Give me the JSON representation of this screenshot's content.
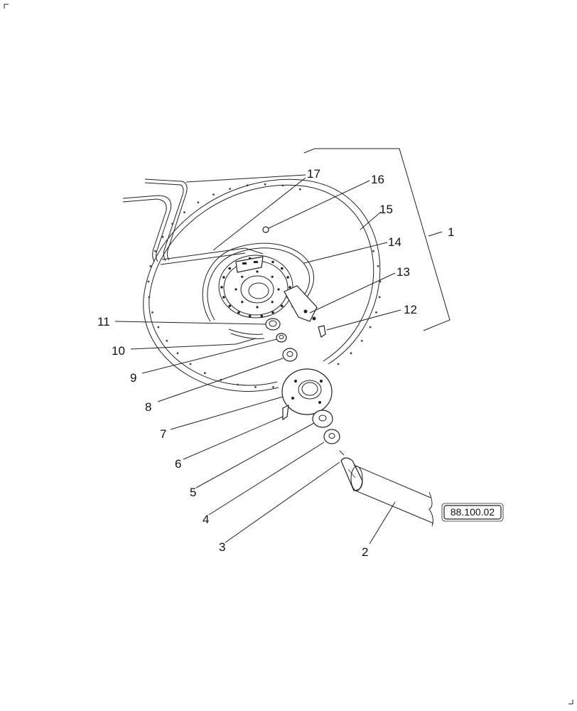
{
  "diagram": {
    "callouts": [
      "1",
      "2",
      "3",
      "4",
      "5",
      "6",
      "7",
      "8",
      "9",
      "10",
      "11",
      "12",
      "13",
      "14",
      "15",
      "16",
      "17"
    ],
    "reference_box": "88.100.02"
  },
  "colors": {
    "ink": "#222222",
    "background": "#ffffff",
    "shading": "#777777"
  }
}
